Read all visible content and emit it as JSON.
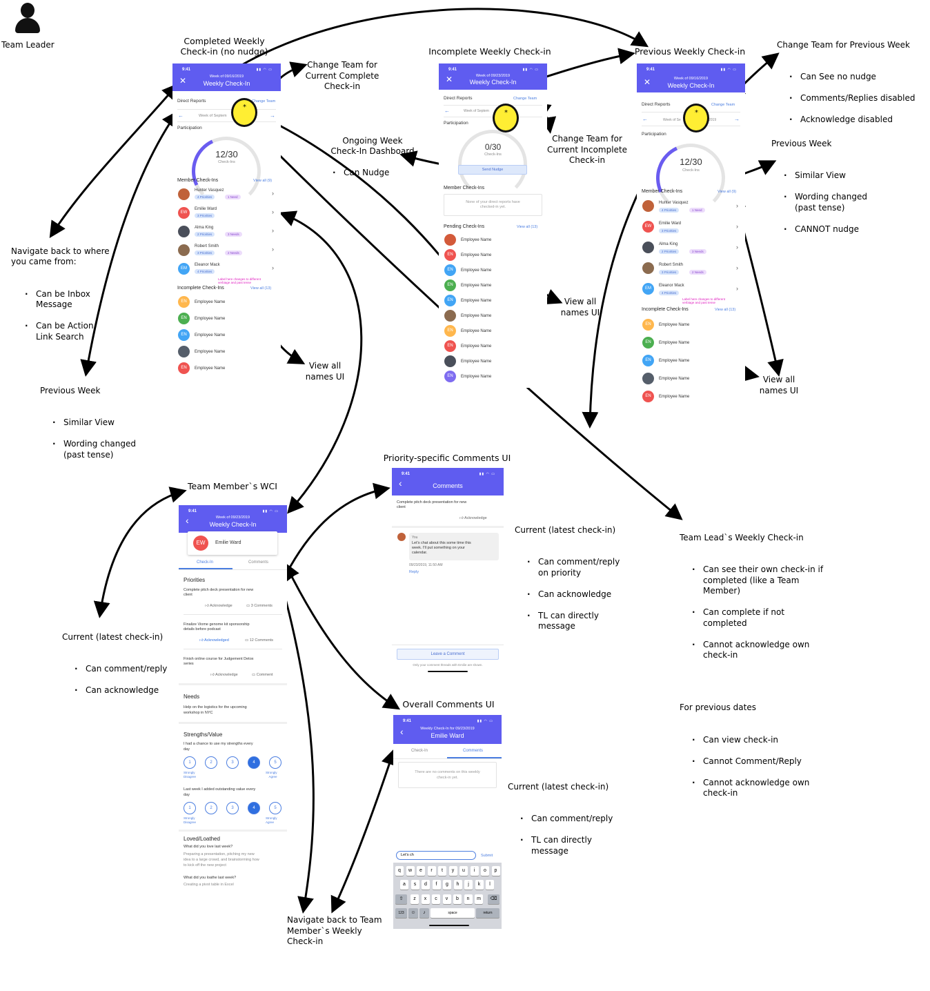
{
  "team_leader": "Team Leader",
  "titles": {
    "completed": "Completed Weekly\nCheck-in (no nudge)",
    "incomplete": "Incomplete Weekly Check-in",
    "previous": "Previous Weekly Check-in",
    "team_member_wci": "Team Member`s WCI",
    "priority_comments": "Priority-specific Comments UI",
    "overall_comments": "Overall Comments UI"
  },
  "notes": {
    "change_team_complete": "Change Team for\nCurrent Complete\nCheck-in",
    "change_team_incomplete": "Change Team for\nCurrent Incomplete\nCheck-in",
    "ongoing_title": "Ongoing Week\nCheck-In Dashboard",
    "ongoing_items": [
      "Can Nudge"
    ],
    "change_prev_title": "Change Team for Previous Week",
    "change_prev_items": [
      "Can See no nudge",
      "Comments/Replies disabled",
      "Acknowledge disabled"
    ],
    "prev_right_title": "Previous Week",
    "prev_right_items": [
      "Similar View",
      "Wording changed\n(past tense)",
      "CANNOT nudge"
    ],
    "navigate_title": "Navigate back to where\nyou came from:",
    "navigate_items": [
      "Can be Inbox\nMessage",
      "Can be Action\nLink Search"
    ],
    "prev_left_title": "Previous Week",
    "prev_left_items": [
      "Similar View",
      "Wording changed\n(past tense)"
    ],
    "view_all_1": "View all\nnames UI",
    "view_all_2": "View all\nnames UI",
    "view_all_3": "View all\nnames UI",
    "current_left_title": "Current (latest check-in)",
    "current_left_items": [
      "Can comment/reply",
      "Can acknowledge"
    ],
    "current_mid_title": "Current (latest check-in)",
    "current_mid_items": [
      "Can comment/reply\non priority",
      "Can acknowledge",
      "TL can directly\nmessage"
    ],
    "current_low_title": "Current (latest check-in)",
    "current_low_items": [
      "Can comment/reply",
      "TL can directly\nmessage"
    ],
    "tl_title": "Team Lead`s Weekly Check-in",
    "tl_items": [
      "Can see their own check-in if\ncompleted (like a Team\nMember)",
      "Can complete if not\ncompleted",
      "Cannot acknowledge own\ncheck-in"
    ],
    "prev_dates_title": "For previous dates",
    "prev_dates_items": [
      "Can view check-in",
      "Cannot Comment/Reply",
      "Cannot acknowledge own\ncheck-in"
    ],
    "navigate_member": "Navigate back to Team\nMember`s Weekly\nCheck-in"
  },
  "screen_a": {
    "time": "9:41",
    "week": "Week of 09/16/2019",
    "title": "Weekly Check-In",
    "direct_reports": "Direct Reports",
    "change_team": "Change Team",
    "week_of": "Week of Septem",
    "participation": "Participation",
    "count": "12/30",
    "count_sub": "Check-Ins",
    "member_checkins": "Member Check-Ins",
    "view_all": "View all (9)",
    "members": [
      {
        "name": "Hunter Vasquez",
        "t1": "4 Priorities",
        "t2": "1 Need",
        "av": "",
        "color": "#c0623a"
      },
      {
        "name": "Emilie Ward",
        "t1": "3 Priorities",
        "t2": "",
        "av": "EW",
        "color": "#ef5350"
      },
      {
        "name": "Alma King",
        "t1": "2 Priorities",
        "t2": "3 Needs",
        "av": "",
        "color": "#4a4f5a"
      },
      {
        "name": "Robert Smith",
        "t1": "3 Priorities",
        "t2": "2 Needs",
        "av": "",
        "color": "#8b6b4f"
      },
      {
        "name": "Eleanor Mack",
        "t1": "4 Priorities",
        "t2": "",
        "av": "EM",
        "color": "#42a5f5"
      }
    ],
    "label_note": "Label here changes to different\nverbiage and past tense",
    "incomplete": "Incomplete Check-Ins",
    "view_all_13": "View all (13)",
    "employees": [
      {
        "av": "EN",
        "color": "#ffb74d",
        "name": "Employee Name"
      },
      {
        "av": "EN",
        "color": "#4caf50",
        "name": "Employee Name"
      },
      {
        "av": "EN",
        "color": "#42a5f5",
        "name": "Employee Name"
      },
      {
        "av": "",
        "color": "#555e6a",
        "name": "Employee Name"
      },
      {
        "av": "EN",
        "color": "#ef5350",
        "name": "Employee Name"
      }
    ]
  },
  "screen_b": {
    "time": "9:41",
    "week": "Week of 09/23/2019",
    "title": "Weekly Check-In",
    "direct_reports": "Direct Reports",
    "change_team": "Change Team",
    "week_of": "Week of Septem",
    "participation": "Participation",
    "count": "0/30",
    "count_sub": "Check-Ins",
    "send_nudge": "Send Nudge",
    "member_checkins": "Member Check-Ins",
    "none_text": "None of your direct reports have\nchecked-in yet.",
    "pending": "Pending Check-Ins",
    "view_all_13": "View all (13)",
    "employees": [
      {
        "av": "",
        "color": "#d35a3a",
        "name": "Employee Name"
      },
      {
        "av": "EN",
        "color": "#ef5350",
        "name": "Employee Name"
      },
      {
        "av": "EN",
        "color": "#42a5f5",
        "name": "Employee Name"
      },
      {
        "av": "EN",
        "color": "#4caf50",
        "name": "Employee Name"
      },
      {
        "av": "EN",
        "color": "#42a5f5",
        "name": "Employee Name"
      },
      {
        "av": "",
        "color": "#8b6b4f",
        "name": "Employee Name"
      },
      {
        "av": "EN",
        "color": "#ffb74d",
        "name": "Employee Name"
      },
      {
        "av": "EN",
        "color": "#ef5350",
        "name": "Employee Name"
      },
      {
        "av": "",
        "color": "#4a4f5a",
        "name": "Employee Name"
      },
      {
        "av": "EN",
        "color": "#7e6cf0",
        "name": "Employee Name"
      }
    ]
  },
  "screen_c": {
    "time": "9:41",
    "week": "Week of 09/16/2019",
    "title": "Weekly Check-In",
    "direct_reports": "Direct Reports",
    "change_team": "Change Team",
    "week_of": "Week of Se",
    "year": "2019",
    "participation": "Participation",
    "count": "12/30",
    "count_sub": "Check-Ins",
    "member_checkins": "Member Check-Ins",
    "view_all": "View all (9)",
    "members": [
      {
        "name": "Hunter Vasquez",
        "t1": "4 Priorities",
        "t2": "1 Need",
        "av": "",
        "color": "#c0623a"
      },
      {
        "name": "Emilie Ward",
        "t1": "3 Priorities",
        "t2": "",
        "av": "EW",
        "color": "#ef5350"
      },
      {
        "name": "Alma King",
        "t1": "2 Priorities",
        "t2": "3 Needs",
        "av": "",
        "color": "#4a4f5a"
      },
      {
        "name": "Robert Smith",
        "t1": "3 Priorities",
        "t2": "2 Needs",
        "av": "",
        "color": "#8b6b4f"
      },
      {
        "name": "Eleanor Mack",
        "t1": "4 Priorities",
        "t2": "",
        "av": "EM",
        "color": "#42a5f5"
      }
    ],
    "label_note": "Label here changes to different\nverbiage and past tense",
    "incomplete": "Incomplete Check-Ins",
    "view_all_13": "View all (13)",
    "employees": [
      {
        "av": "EN",
        "color": "#ffb74d",
        "name": "Employee Name"
      },
      {
        "av": "EN",
        "color": "#4caf50",
        "name": "Employee Name"
      },
      {
        "av": "EN",
        "color": "#42a5f5",
        "name": "Employee Name"
      },
      {
        "av": "",
        "color": "#555e6a",
        "name": "Employee Name"
      },
      {
        "av": "EN",
        "color": "#ef5350",
        "name": "Employee Name"
      }
    ]
  },
  "screen_d": {
    "time": "9:41",
    "week": "Week of 09/23/2019",
    "title": "Weekly Check-In",
    "member_av": "EW",
    "member_name": "Emilie Ward",
    "tab1": "Check-In",
    "tab2": "Comments",
    "priorities": "Priorities",
    "p1": "Complete pitch deck presentation for new\nclient",
    "p1_ack": "Acknowledge",
    "p1_com": "3 Comments",
    "p2": "Finalize Viome genome kit sponsorship\ndetails before podcast",
    "p2_ack": "Acknowledged",
    "p2_com": "12 Comments",
    "p3": "Finish online course for Judgement Detox\nseries",
    "p3_ack": "Acknowledge",
    "p3_com": "Comment",
    "needs": "Needs",
    "needs_text": "Help on the logistics for the upcoming\nworkshop in NYC",
    "strengths": "Strengths/Value",
    "q1": "I had a chance to use my strengths every\nday",
    "q2": "Last week I added outstanding value every\nday",
    "scale": [
      "1",
      "2",
      "3",
      "4",
      "5"
    ],
    "sd": "Strongly\nDisagree",
    "sa": "Strongly\nAgree",
    "loved": "Loved/Loathed",
    "love_q": "What did you love last week?",
    "love_a": "Preparing a presentation, pitching my new\nidea to a large crowd, and brainstorming how\nto kick off the new project",
    "loathe_q": "What did you loathe last week?",
    "loathe_a": "Creating a pivot table in Excel"
  },
  "screen_e": {
    "time": "9:41",
    "title": "Comments",
    "priority": "Complete pitch deck presentation for new\nclient",
    "ack": "Acknowledge",
    "you": "You",
    "message": "Let's chat about this some time this\nweek. I'll put something on your\ncalendar.",
    "stamp": "09/23/2019, 11:50 AM",
    "reply": "Reply",
    "leave": "Leave a Comment",
    "footer": "Only your comment threads with Emilie are shown."
  },
  "screen_f": {
    "time": "9:41",
    "sub": "Weekly Check-In for 09/23/2019",
    "title": "Emilie Ward",
    "tab1": "Check-In",
    "tab2": "Comments",
    "empty": "There are no comments on this weekly\ncheck-in yet."
  },
  "keyboard": {
    "input": "Let's ch",
    "submit": "Submit",
    "row1": [
      "q",
      "w",
      "e",
      "r",
      "t",
      "y",
      "u",
      "i",
      "o",
      "p"
    ],
    "row2": [
      "a",
      "s",
      "d",
      "f",
      "g",
      "h",
      "j",
      "k",
      "l"
    ],
    "row3": [
      "z",
      "x",
      "c",
      "v",
      "b",
      "n",
      "m"
    ],
    "k123": "123",
    "space": "space",
    "return": "return"
  }
}
